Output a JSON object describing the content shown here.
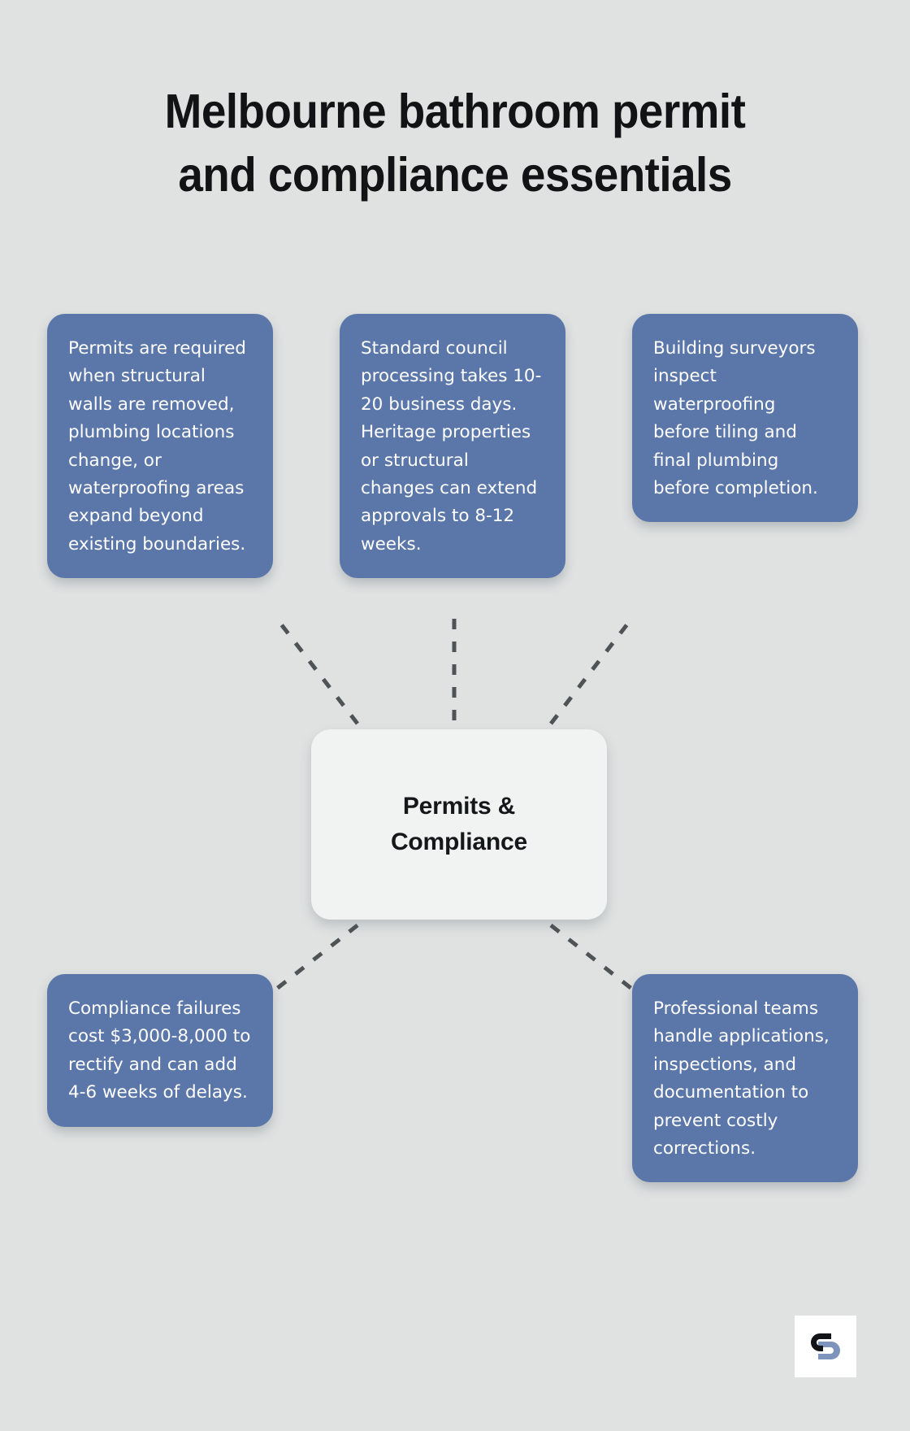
{
  "page": {
    "background_color": "#dfe2e1",
    "node_color": "#5b77a9",
    "node_text_color": "#ffffff",
    "hub_color": "#f1f2f2",
    "connector_color": "#4e5356",
    "title_color": "#111314"
  },
  "title": {
    "line1": "Melbourne bathroom permit",
    "line2": "and compliance essentials"
  },
  "hub": {
    "line1": "Permits &",
    "line2": "Compliance"
  },
  "nodes": [
    {
      "id": "permits-required",
      "text": "Permits are required when structural walls are removed, plumbing locations change, or waterproofing areas expand beyond existing boundaries."
    },
    {
      "id": "council-processing",
      "text": "Standard council processing takes 10-20 business days. Heritage properties or structural changes can extend approvals to 8-12 weeks."
    },
    {
      "id": "surveyor-inspections",
      "text": "Building surveyors inspect waterproofing before tiling and final plumbing before completion."
    },
    {
      "id": "compliance-failure-cost",
      "text": "Compliance failures cost $3,000-8,000 to rectify and can add 4-6 weeks of delays."
    },
    {
      "id": "professional-teams",
      "text": "Professional teams handle applications, inspections, and documentation to prevent costly corrections."
    }
  ],
  "logo": {
    "name": "brand-logo",
    "mark_dark_color": "#121316",
    "mark_blue_color": "#7e94bd",
    "tile_color": "#ffffff"
  }
}
